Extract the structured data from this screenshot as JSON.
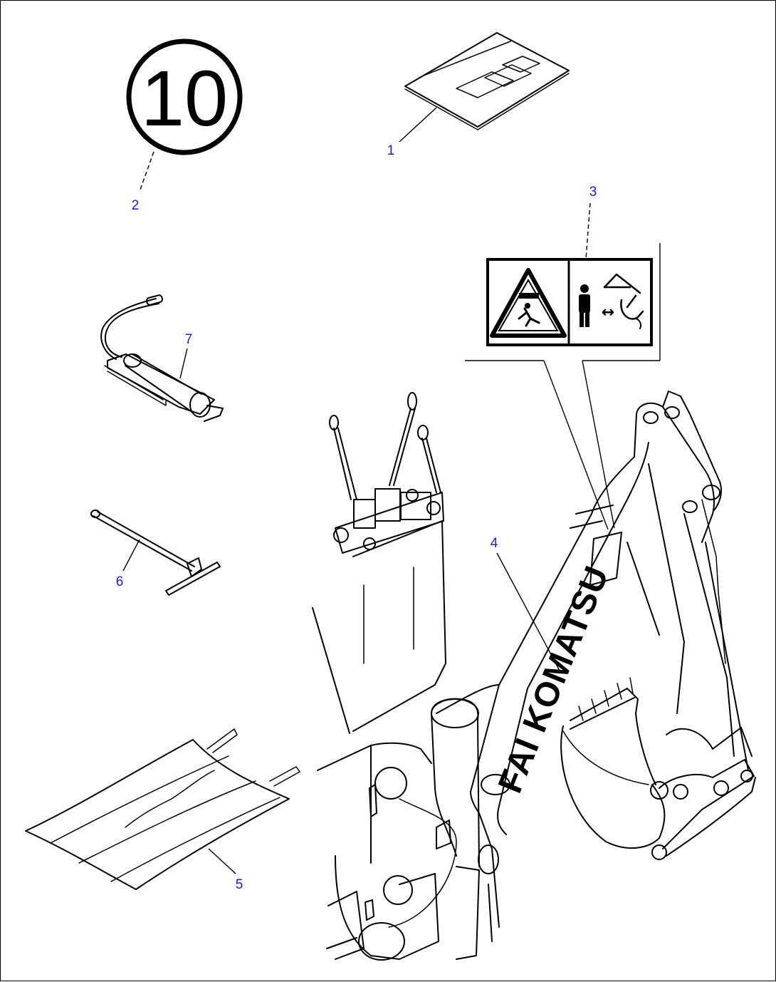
{
  "callouts": {
    "item1": "1",
    "item2": "2",
    "item3": "3",
    "item4": "4",
    "item5": "5",
    "item6": "6",
    "item7": "7"
  },
  "speed_sign": {
    "number": "10"
  },
  "warning_decal": {
    "arrow_symbol": "↔"
  },
  "boom_branding": {
    "text": "FAI KOMATSU"
  },
  "colors": {
    "callout": "#1a1aff",
    "line": "#000000",
    "background": "#ffffff"
  },
  "icons": [
    "speed-limit-sign-icon",
    "manual-book-icon",
    "warning-triangle-icon",
    "person-icon",
    "grease-gun-icon",
    "t-wrench-icon",
    "cover-sheet-icon"
  ]
}
